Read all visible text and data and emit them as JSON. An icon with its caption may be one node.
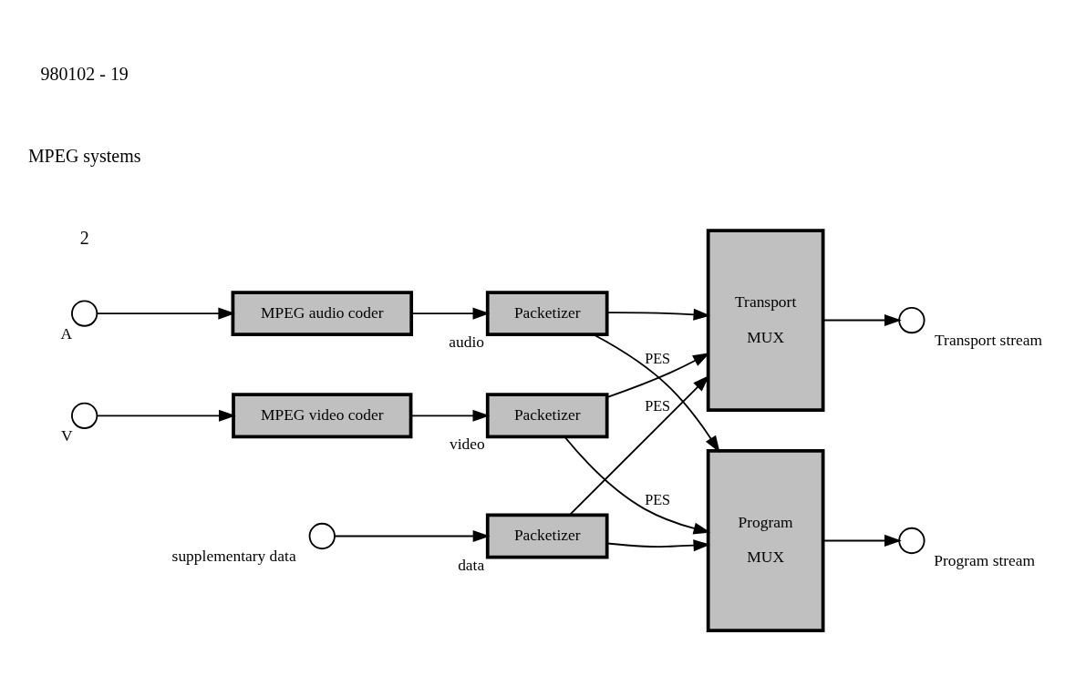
{
  "diagram": {
    "nodes": [
      {
        "text": [],
        "shape": "circle",
        "beside": [
          "V"
        ]
      },
      {
        "text": [
          "MPEG video coder"
        ]
      },
      {
        "text": [],
        "shape": "circle",
        "beside": [
          "A"
        ]
      },
      {
        "text": [
          "MPEG audio coder"
        ]
      },
      {
        "text": [],
        "shape": "circle",
        "beside": [
          "supplementary data"
        ]
      },
      {
        "text": [
          "Packetizer"
        ],
        "beside": [
          "video"
        ]
      },
      {
        "text": [
          "Packetizer"
        ],
        "beside": [
          "audio"
        ]
      },
      {
        "text": [
          "Packetizer"
        ],
        "beside": [
          "data"
        ]
      },
      {
        "text": [
          "Program",
          "MUX"
        ]
      },
      {
        "text": [
          "Transport",
          "MUX"
        ]
      },
      {
        "text": [],
        "shape": "circle",
        "beside": [
          "Program stream"
        ]
      },
      {
        "text": [],
        "shape": "circle",
        "beside": [
          "Transport stream"
        ]
      }
    ],
    "edges": [
      {
        "from": 0,
        "to": 1,
        "arrow": "to"
      },
      {
        "from": 1,
        "to": 5,
        "arrow": "to"
      },
      {
        "from": 2,
        "to": 3,
        "arrow": "to"
      },
      {
        "from": 3,
        "to": 6,
        "arrow": "to"
      },
      {
        "from": 4,
        "to": 7,
        "arrow": "to"
      },
      {
        "from": 5,
        "to": 8,
        "arrow": "to",
        "label": "PES"
      },
      {
        "from": 5,
        "to": 9,
        "arrow": "to"
      },
      {
        "from": 6,
        "to": 8,
        "arrow": "to",
        "label": "PES"
      },
      {
        "from": 6,
        "to": 9,
        "arrow": "to"
      },
      {
        "from": 7,
        "to": 8,
        "arrow": "to"
      },
      {
        "from": 7,
        "to": 9,
        "arrow": "to",
        "label": "PES"
      },
      {
        "from": 8,
        "to": 10,
        "arrow": "to"
      },
      {
        "from": 9,
        "to": 11,
        "arrow": "to"
      }
    ],
    "labels": [
      "2",
      "MPEG systems",
      "980102 - 19"
    ]
  }
}
